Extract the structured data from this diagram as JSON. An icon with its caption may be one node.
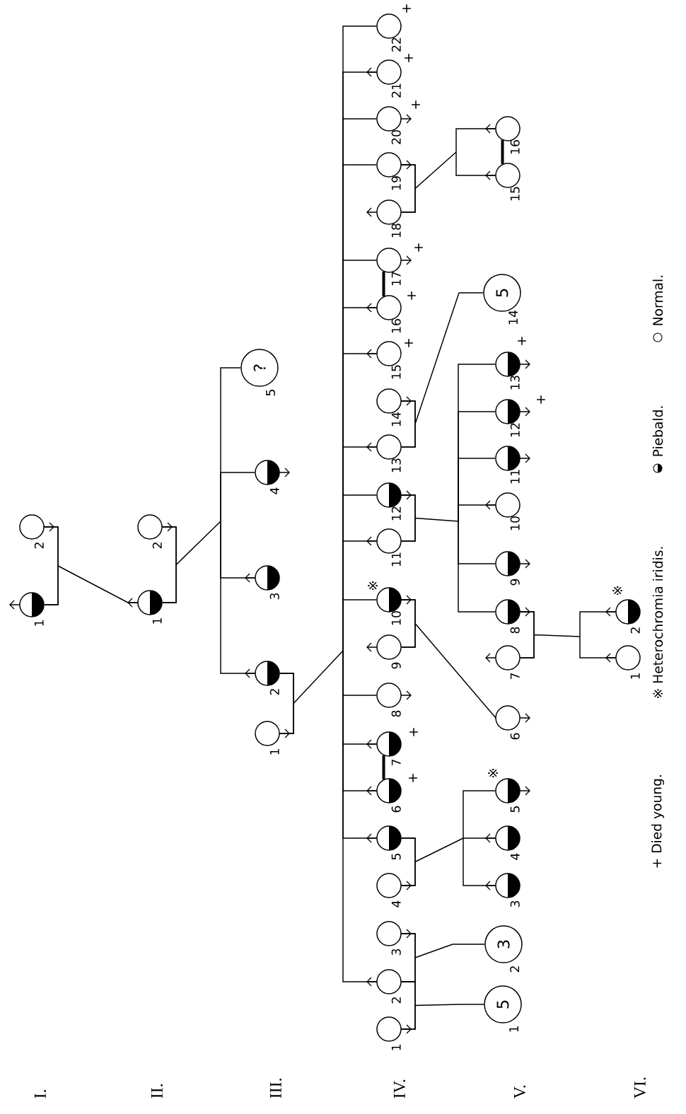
{
  "diagram": {
    "nodes": [
      {
        "text": [],
        "shape": "circle",
        "beside": [
          "1"
        ]
      },
      {
        "text": [],
        "shape": "circle",
        "beside": [
          "2"
        ]
      },
      {
        "text": [],
        "shape": "circle",
        "beside": [
          "1"
        ]
      },
      {
        "text": [],
        "shape": "circle",
        "beside": [
          "2"
        ]
      },
      {
        "text": [],
        "shape": "circle",
        "beside": [
          "1"
        ]
      },
      {
        "text": [],
        "shape": "circle",
        "beside": [
          "2"
        ]
      },
      {
        "text": [],
        "shape": "circle",
        "beside": [
          "3"
        ]
      },
      {
        "text": [],
        "shape": "circle",
        "beside": [
          "4"
        ]
      },
      {
        "text": [
          "?"
        ],
        "beside": [
          "5"
        ]
      },
      {
        "text": [],
        "shape": "circle",
        "beside": [
          "1"
        ]
      },
      {
        "text": [],
        "shape": "circle",
        "beside": [
          "2"
        ]
      },
      {
        "text": [],
        "shape": "circle",
        "beside": [
          "3"
        ]
      },
      {
        "text": [],
        "shape": "circle",
        "beside": [
          "4"
        ]
      },
      {
        "text": [],
        "shape": "circle",
        "beside": [
          "5"
        ]
      },
      {
        "text": [],
        "shape": "circle",
        "beside": [
          "6",
          "+"
        ]
      },
      {
        "text": [],
        "shape": "circle",
        "beside": [
          "7",
          "+"
        ]
      },
      {
        "text": [],
        "shape": "circle",
        "beside": [
          "8"
        ]
      },
      {
        "text": [],
        "shape": "circle",
        "beside": [
          "9"
        ]
      },
      {
        "text": [],
        "shape": "circle",
        "beside": [
          "10",
          "※"
        ]
      },
      {
        "text": [],
        "shape": "circle",
        "beside": [
          "11"
        ]
      },
      {
        "text": [],
        "shape": "circle",
        "beside": [
          "12"
        ]
      },
      {
        "text": [],
        "shape": "circle",
        "beside": [
          "13"
        ]
      },
      {
        "text": [],
        "shape": "circle",
        "beside": [
          "14"
        ]
      },
      {
        "text": [],
        "shape": "circle",
        "beside": [
          "15",
          "+"
        ]
      },
      {
        "text": [],
        "shape": "circle",
        "beside": [
          "16",
          "+"
        ]
      },
      {
        "text": [],
        "shape": "circle",
        "beside": [
          "17",
          "+"
        ]
      },
      {
        "text": [],
        "shape": "circle",
        "beside": [
          "18"
        ]
      },
      {
        "text": [],
        "shape": "circle",
        "beside": [
          "19"
        ]
      },
      {
        "text": [],
        "shape": "circle",
        "beside": [
          "20",
          "+"
        ]
      },
      {
        "text": [],
        "shape": "circle",
        "beside": [
          "21",
          "+"
        ]
      },
      {
        "text": [],
        "shape": "circle",
        "beside": [
          "22",
          "+"
        ]
      },
      {
        "text": [
          "5"
        ],
        "beside": [
          "1"
        ]
      },
      {
        "text": [
          "3"
        ],
        "beside": [
          "2"
        ]
      },
      {
        "text": [],
        "shape": "circle",
        "beside": [
          "3"
        ]
      },
      {
        "text": [],
        "shape": "circle",
        "beside": [
          "4"
        ]
      },
      {
        "text": [],
        "shape": "circle",
        "beside": [
          "5",
          "※"
        ]
      },
      {
        "text": [],
        "shape": "circle",
        "beside": [
          "6"
        ]
      },
      {
        "text": [],
        "shape": "circle",
        "beside": [
          "7"
        ]
      },
      {
        "text": [],
        "shape": "circle",
        "beside": [
          "8"
        ]
      },
      {
        "text": [],
        "shape": "circle",
        "beside": [
          "9"
        ]
      },
      {
        "text": [],
        "shape": "circle",
        "beside": [
          "10"
        ]
      },
      {
        "text": [],
        "shape": "circle",
        "beside": [
          "11"
        ]
      },
      {
        "text": [],
        "shape": "circle",
        "beside": [
          "12",
          "+"
        ]
      },
      {
        "text": [],
        "shape": "circle",
        "beside": [
          "13",
          "+"
        ]
      },
      {
        "text": [
          "5"
        ],
        "beside": [
          "14"
        ]
      },
      {
        "text": [],
        "shape": "circle",
        "beside": [
          "15"
        ]
      },
      {
        "text": [],
        "shape": "circle",
        "beside": [
          "16"
        ]
      },
      {
        "text": [],
        "shape": "circle",
        "beside": [
          "1"
        ]
      },
      {
        "text": [],
        "shape": "circle",
        "beside": [
          "2",
          "※"
        ]
      }
    ],
    "edges": [
      {
        "from": 0,
        "to": 1,
        "arrow": "none"
      },
      {
        "from": 2,
        "to": 3,
        "arrow": "none"
      },
      {
        "from": 4,
        "to": 5,
        "arrow": "none"
      },
      {
        "from": 9,
        "to": 10,
        "arrow": "none"
      },
      {
        "from": 10,
        "to": 11,
        "arrow": "none"
      },
      {
        "from": 12,
        "to": 13,
        "arrow": "none"
      },
      {
        "from": 17,
        "to": 18,
        "arrow": "none"
      },
      {
        "from": 19,
        "to": 20,
        "arrow": "none"
      },
      {
        "from": 21,
        "to": 22,
        "arrow": "none"
      },
      {
        "from": 26,
        "to": 27,
        "arrow": "none"
      },
      {
        "from": 37,
        "to": 38,
        "arrow": "none"
      },
      {
        "from": 14,
        "to": 15,
        "arrow": "none",
        "style": "thick"
      },
      {
        "from": 24,
        "to": 25,
        "arrow": "none",
        "style": "thick"
      },
      {
        "from": 45,
        "to": 46,
        "arrow": "none",
        "style": "thick"
      },
      {
        "from": 0,
        "to": 2,
        "arrow": "none"
      },
      {
        "from": 1,
        "to": 2,
        "arrow": "none"
      },
      {
        "from": 2,
        "to": 5,
        "arrow": "none"
      },
      {
        "from": 2,
        "to": 6,
        "arrow": "none"
      },
      {
        "from": 2,
        "to": 7,
        "arrow": "none"
      },
      {
        "from": 2,
        "to": 8,
        "arrow": "none"
      },
      {
        "from": 3,
        "to": 5,
        "arrow": "none"
      },
      {
        "from": 3,
        "to": 6,
        "arrow": "none"
      },
      {
        "from": 3,
        "to": 7,
        "arrow": "none"
      },
      {
        "from": 3,
        "to": 8,
        "arrow": "none"
      },
      {
        "from": 4,
        "to": 10,
        "arrow": "none"
      },
      {
        "from": 4,
        "to": 13,
        "arrow": "none"
      },
      {
        "from": 4,
        "to": 14,
        "arrow": "none"
      },
      {
        "from": 4,
        "to": 15,
        "arrow": "none"
      },
      {
        "from": 4,
        "to": 16,
        "arrow": "none"
      },
      {
        "from": 4,
        "to": 18,
        "arrow": "none"
      },
      {
        "from": 4,
        "to": 19,
        "arrow": "none"
      },
      {
        "from": 4,
        "to": 20,
        "arrow": "none"
      },
      {
        "from": 4,
        "to": 21,
        "arrow": "none"
      },
      {
        "from": 4,
        "to": 23,
        "arrow": "none"
      },
      {
        "from": 4,
        "to": 24,
        "arrow": "none"
      },
      {
        "from": 4,
        "to": 25,
        "arrow": "none"
      },
      {
        "from": 4,
        "to": 27,
        "arrow": "none"
      },
      {
        "from": 4,
        "to": 28,
        "arrow": "none"
      },
      {
        "from": 4,
        "to": 29,
        "arrow": "none"
      },
      {
        "from": 4,
        "to": 30,
        "arrow": "none"
      },
      {
        "from": 5,
        "to": 10,
        "arrow": "none"
      },
      {
        "from": 5,
        "to": 13,
        "arrow": "none"
      },
      {
        "from": 5,
        "to": 14,
        "arrow": "none"
      },
      {
        "from": 5,
        "to": 15,
        "arrow": "none"
      },
      {
        "from": 5,
        "to": 16,
        "arrow": "none"
      },
      {
        "from": 5,
        "to": 18,
        "arrow": "none"
      },
      {
        "from": 5,
        "to": 19,
        "arrow": "none"
      },
      {
        "from": 5,
        "to": 20,
        "arrow": "none"
      },
      {
        "from": 5,
        "to": 21,
        "arrow": "none"
      },
      {
        "from": 5,
        "to": 23,
        "arrow": "none"
      },
      {
        "from": 5,
        "to": 24,
        "arrow": "none"
      },
      {
        "from": 5,
        "to": 25,
        "arrow": "none"
      },
      {
        "from": 5,
        "to": 27,
        "arrow": "none"
      },
      {
        "from": 5,
        "to": 28,
        "arrow": "none"
      },
      {
        "from": 5,
        "to": 29,
        "arrow": "none"
      },
      {
        "from": 5,
        "to": 30,
        "arrow": "none"
      },
      {
        "from": 9,
        "to": 31,
        "arrow": "none"
      },
      {
        "from": 10,
        "to": 31,
        "arrow": "none"
      },
      {
        "from": 10,
        "to": 32,
        "arrow": "none"
      },
      {
        "from": 11,
        "to": 32,
        "arrow": "none"
      },
      {
        "from": 12,
        "to": 33,
        "arrow": "none"
      },
      {
        "from": 12,
        "to": 34,
        "arrow": "none"
      },
      {
        "from": 12,
        "to": 35,
        "arrow": "none"
      },
      {
        "from": 13,
        "to": 33,
        "arrow": "none"
      },
      {
        "from": 13,
        "to": 34,
        "arrow": "none"
      },
      {
        "from": 13,
        "to": 35,
        "arrow": "none"
      },
      {
        "from": 17,
        "to": 36,
        "arrow": "none"
      },
      {
        "from": 18,
        "to": 36,
        "arrow": "none"
      },
      {
        "from": 19,
        "to": 38,
        "arrow": "none"
      },
      {
        "from": 19,
        "to": 39,
        "arrow": "none"
      },
      {
        "from": 19,
        "to": 40,
        "arrow": "none"
      },
      {
        "from": 19,
        "to": 41,
        "arrow": "none"
      },
      {
        "from": 19,
        "to": 42,
        "arrow": "none"
      },
      {
        "from": 19,
        "to": 43,
        "arrow": "none"
      },
      {
        "from": 20,
        "to": 38,
        "arrow": "none"
      },
      {
        "from": 20,
        "to": 39,
        "arrow": "none"
      },
      {
        "from": 20,
        "to": 40,
        "arrow": "none"
      },
      {
        "from": 20,
        "to": 41,
        "arrow": "none"
      },
      {
        "from": 20,
        "to": 42,
        "arrow": "none"
      },
      {
        "from": 20,
        "to": 43,
        "arrow": "none"
      },
      {
        "from": 21,
        "to": 44,
        "arrow": "none"
      },
      {
        "from": 22,
        "to": 44,
        "arrow": "none"
      },
      {
        "from": 26,
        "to": 45,
        "arrow": "none"
      },
      {
        "from": 26,
        "to": 46,
        "arrow": "none"
      },
      {
        "from": 27,
        "to": 45,
        "arrow": "none"
      },
      {
        "from": 27,
        "to": 46,
        "arrow": "none"
      },
      {
        "from": 37,
        "to": 47,
        "arrow": "none"
      },
      {
        "from": 37,
        "to": 48,
        "arrow": "none"
      },
      {
        "from": 38,
        "to": 47,
        "arrow": "none"
      },
      {
        "from": 38,
        "to": 48,
        "arrow": "none"
      }
    ],
    "labels": [
      "I.",
      "II.",
      "III.",
      "IV.",
      "V.",
      "VI."
    ],
    "legend": [
      {
        "text": "+ Died young."
      },
      {
        "text": "※ Heterochromia iridis."
      },
      {
        "text": "Piebald."
      },
      {
        "text": "Normal."
      }
    ]
  }
}
